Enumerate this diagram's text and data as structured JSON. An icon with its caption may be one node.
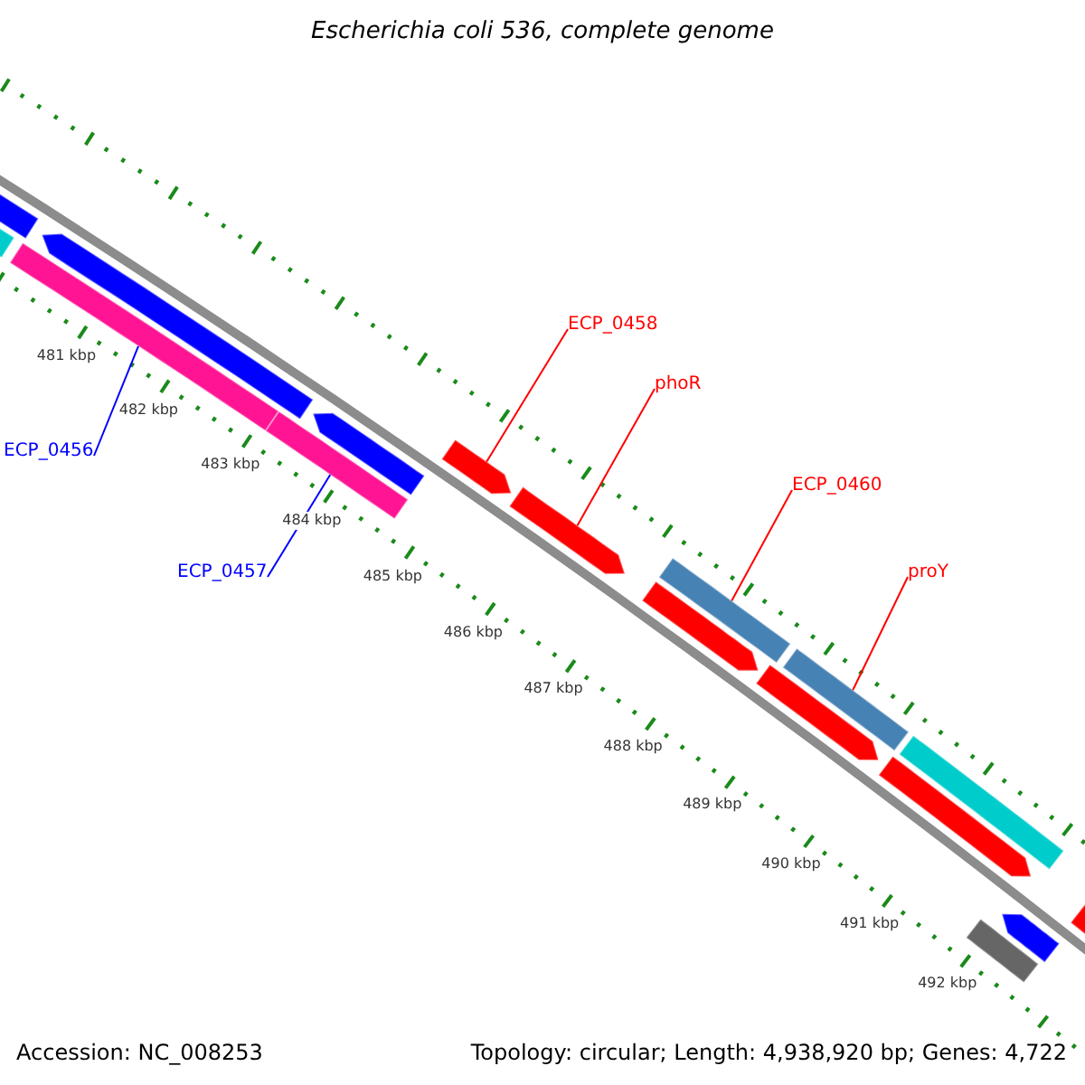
{
  "diagram": {
    "title": "Escherichia coli 536, complete genome",
    "nodes": [
      {
        "text": [
          "ECP_0456"
        ]
      },
      {
        "text": [
          "ECP_0457"
        ]
      },
      {
        "text": [
          "ECP_0458"
        ]
      },
      {
        "text": [
          "phoR"
        ]
      },
      {
        "text": [
          "ECP_0460"
        ]
      },
      {
        "text": [
          "proY"
        ]
      },
      {
        "text": [],
        "shape": "bar"
      },
      {
        "text": [],
        "shape": "bar"
      },
      {
        "text": [],
        "shape": "arrow"
      },
      {
        "text": [],
        "shape": "arrow"
      },
      {
        "text": [],
        "shape": "bar"
      },
      {
        "text": [],
        "shape": "bar"
      },
      {
        "text": [],
        "shape": "bar"
      },
      {
        "text": [],
        "shape": "bar"
      },
      {
        "text": [],
        "shape": "arrow"
      },
      {
        "text": [],
        "shape": "arrow"
      },
      {
        "text": [],
        "shape": "arrow"
      },
      {
        "text": [],
        "shape": "arrow"
      },
      {
        "text": [],
        "shape": "arrow"
      },
      {
        "text": [],
        "shape": "bar"
      },
      {
        "text": [],
        "shape": "bar"
      },
      {
        "text": [],
        "shape": "arrow"
      },
      {
        "text": [],
        "shape": "bar"
      }
    ],
    "edges": [
      {
        "from": 0,
        "to": 6,
        "arrow": "none",
        "color": "#0000ff"
      },
      {
        "from": 1,
        "to": 7,
        "arrow": "none",
        "color": "#0000ff"
      },
      {
        "from": 2,
        "to": 8,
        "arrow": "none"
      },
      {
        "from": 3,
        "to": 9,
        "arrow": "none"
      },
      {
        "from": 4,
        "to": 10,
        "arrow": "none"
      },
      {
        "from": 5,
        "to": 11,
        "arrow": "none"
      }
    ],
    "labels": [
      "481 kbp",
      "482 kbp",
      "483 kbp",
      "484 kbp",
      "485 kbp",
      "486 kbp",
      "487 kbp",
      "488 kbp",
      "489 kbp",
      "490 kbp",
      "491 kbp",
      "492 kbp",
      "Accession: NC_008253",
      "Topology: circular; Length: 4,938,920 bp; Genes: 4,722"
    ]
  }
}
